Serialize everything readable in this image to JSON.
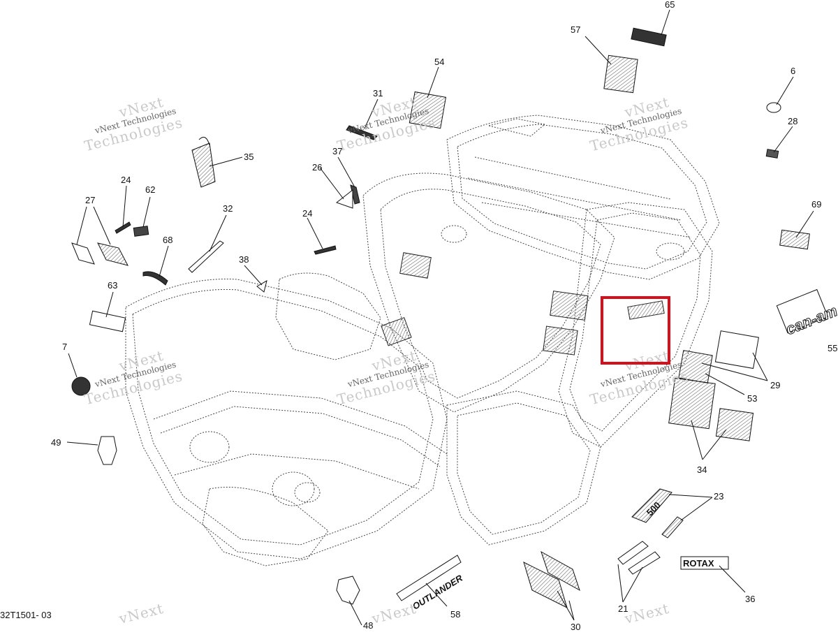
{
  "diagram": {
    "doc_ref": "32T1501- 03",
    "watermark": {
      "line1": "vNext",
      "line2": "vNext Technologies",
      "line3": "Technologies"
    },
    "accent_color": "#d4101c",
    "callouts": [
      {
        "id": "c65",
        "label": "65"
      },
      {
        "id": "c57",
        "label": "57"
      },
      {
        "id": "c6",
        "label": "6"
      },
      {
        "id": "c54",
        "label": "54"
      },
      {
        "id": "c31",
        "label": "31"
      },
      {
        "id": "c28",
        "label": "28"
      },
      {
        "id": "c35",
        "label": "35"
      },
      {
        "id": "c37",
        "label": "37"
      },
      {
        "id": "c26",
        "label": "26"
      },
      {
        "id": "c24a",
        "label": "24"
      },
      {
        "id": "c62",
        "label": "62"
      },
      {
        "id": "c27",
        "label": "27"
      },
      {
        "id": "c32",
        "label": "32"
      },
      {
        "id": "c24b",
        "label": "24"
      },
      {
        "id": "c69",
        "label": "69"
      },
      {
        "id": "c68",
        "label": "68"
      },
      {
        "id": "c38",
        "label": "38"
      },
      {
        "id": "c63",
        "label": "63"
      },
      {
        "id": "c55",
        "label": "55"
      },
      {
        "id": "c7",
        "label": "7"
      },
      {
        "id": "c29",
        "label": "29"
      },
      {
        "id": "c53",
        "label": "53"
      },
      {
        "id": "c49",
        "label": "49"
      },
      {
        "id": "c34",
        "label": "34"
      },
      {
        "id": "c23",
        "label": "23"
      },
      {
        "id": "c36",
        "label": "36"
      },
      {
        "id": "c21",
        "label": "21"
      },
      {
        "id": "c58",
        "label": "58"
      },
      {
        "id": "c48",
        "label": "48"
      },
      {
        "id": "c30",
        "label": "30"
      }
    ],
    "decal_text": {
      "canam": "can-am",
      "rotax": "ROTAX",
      "outlander": "OUTLANDER",
      "model500": "500"
    }
  }
}
